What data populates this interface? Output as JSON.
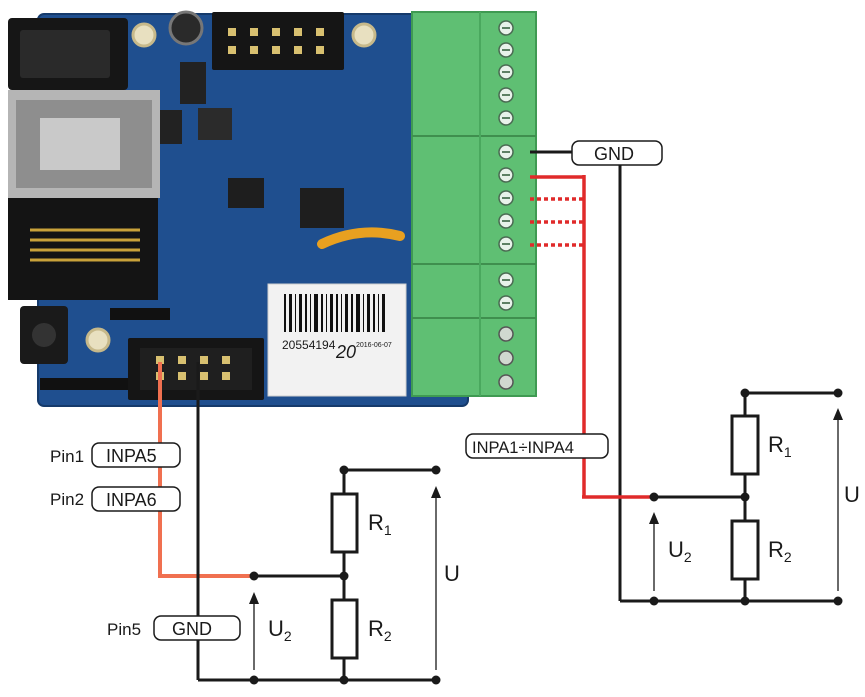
{
  "left_circuit": {
    "pin1_label": "Pin1",
    "pin1_tag": "INPA5",
    "pin2_label": "Pin2",
    "pin2_tag": "INPA6",
    "pin5_label": "Pin5",
    "gnd_tag": "GND",
    "r1": "R",
    "r1_sub": "1",
    "r2": "R",
    "r2_sub": "2",
    "u": "U",
    "u2": "U",
    "u2_sub": "2"
  },
  "right_circuit": {
    "gnd_tag": "GND",
    "inputs_tag": "INPA1÷INPA4",
    "r1": "R",
    "r1_sub": "1",
    "r2": "R",
    "r2_sub": "2",
    "u": "U",
    "u2": "U",
    "u2_sub": "2"
  },
  "board": {
    "barcode_number": "20554194",
    "barcode_date": "2016-06-07",
    "barcode_handwritten": "20"
  },
  "colors": {
    "board": "#1f4f8f",
    "terminal": "#5fbf73",
    "wire_red": "#e02a2a",
    "wire_black": "#1a1a1a",
    "wire_orange": "#f07050"
  }
}
